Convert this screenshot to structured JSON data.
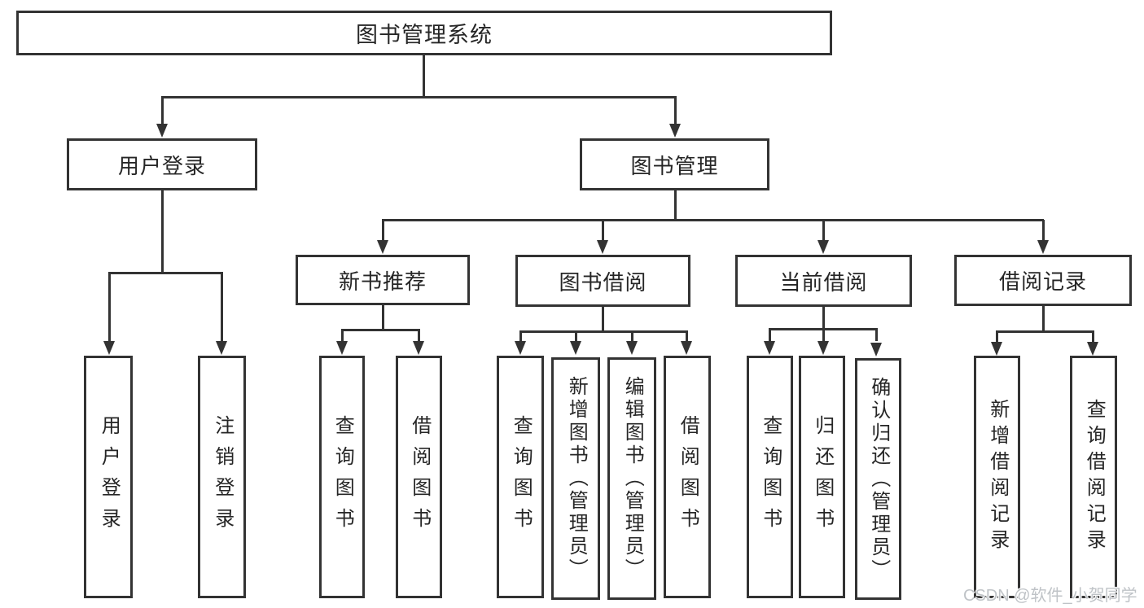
{
  "diagram": {
    "root": {
      "label": "图书管理系统"
    },
    "branches": [
      {
        "label": "用户登录",
        "children": [
          "用户登录",
          "注销登录"
        ]
      },
      {
        "label": "图书管理",
        "sections": [
          {
            "label": "新书推荐",
            "children": [
              "查询图书",
              "借阅图书"
            ]
          },
          {
            "label": "图书借阅",
            "children": [
              "查询图书",
              "新增图书（管理员）",
              "编辑图书（管理员）",
              "借阅图书"
            ]
          },
          {
            "label": "当前借阅",
            "children": [
              "查询图书",
              "归还图书",
              "确认归还（管理员）"
            ]
          },
          {
            "label": "借阅记录",
            "children": [
              "新增借阅记录",
              "查询借阅记录"
            ]
          }
        ]
      }
    ]
  },
  "watermark": {
    "text": "CSDN @软件_小贺同学"
  },
  "colors": {
    "line": "#333333",
    "text": "#262626",
    "watermark": "#bfc3c7",
    "background": "#ffffff"
  }
}
